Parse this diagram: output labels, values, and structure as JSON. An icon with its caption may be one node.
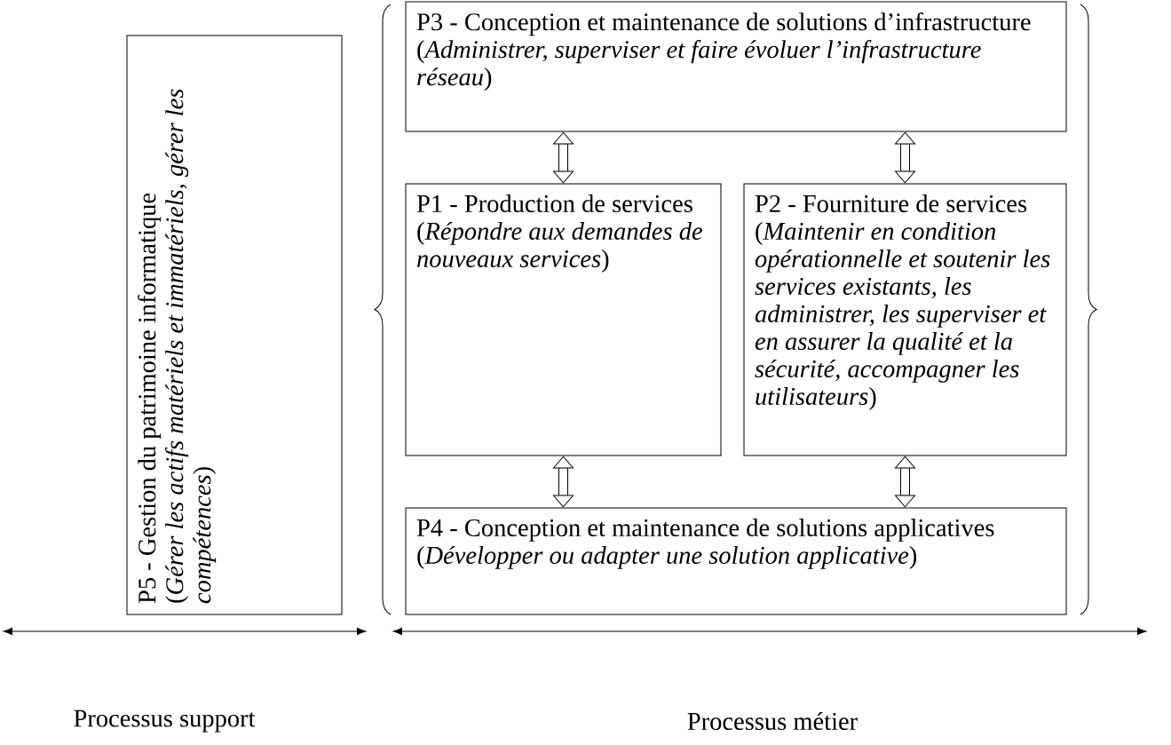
{
  "diagram": {
    "nodes": [
      {
        "text": [
          "P5 - Gestion du patrimoine informatique",
          "(*Gérer les actifs matériels et immatériels, gérer les compétences*)"
        ]
      },
      {
        "text": [
          "P3 - Conception et maintenance de solutions d’infrastructure",
          "(*Administrer, superviser et faire évoluer l’infrastructure réseau*)"
        ]
      },
      {
        "text": [
          "P1 - Production de services",
          "(*Répondre aux demandes de nouveaux services*)"
        ]
      },
      {
        "text": [
          "P2 - Fourniture de services",
          "(*Maintenir en condition opérationnelle et soutenir les services existants, les administrer, les superviser et en assurer la qualité et la sécurité, accompagner les utilisateurs*)"
        ]
      },
      {
        "text": [
          "P4 - Conception et maintenance de solutions applicatives",
          "(*Développer ou adapter une solution applicative*)"
        ]
      }
    ],
    "edges": [
      {
        "from": 1,
        "to": 2,
        "arrow": "both"
      },
      {
        "from": 1,
        "to": 3,
        "arrow": "both"
      },
      {
        "from": 2,
        "to": 4,
        "arrow": "both"
      },
      {
        "from": 3,
        "to": 4,
        "arrow": "both"
      }
    ],
    "labels": [
      "Processus support",
      "Processus métier"
    ]
  }
}
